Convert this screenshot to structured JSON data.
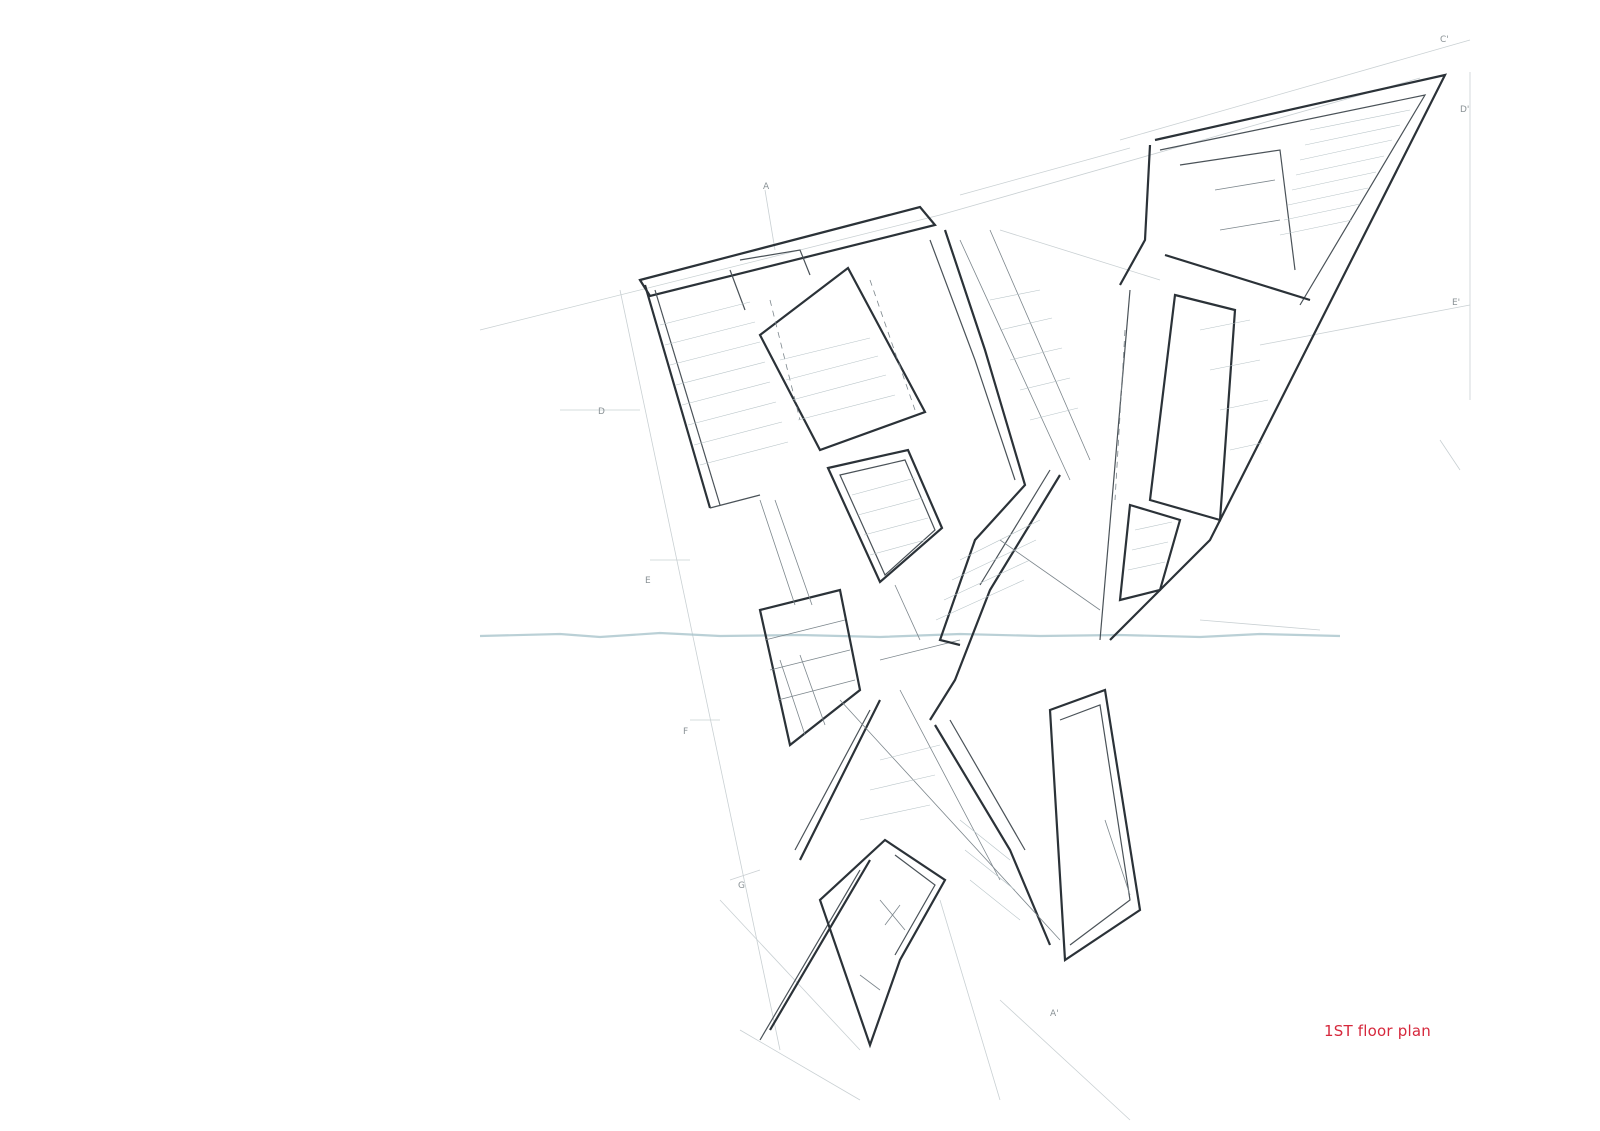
{
  "caption": "1ST floor plan",
  "colors": {
    "caption": "#d6283c",
    "ink": "#2b3238",
    "pencil": "#7c868c",
    "guide": "#c9d0d3",
    "background": "#ffffff"
  },
  "section_tags": [
    "A",
    "D",
    "E",
    "F",
    "G",
    "C'",
    "D'",
    "E'",
    "A'"
  ]
}
